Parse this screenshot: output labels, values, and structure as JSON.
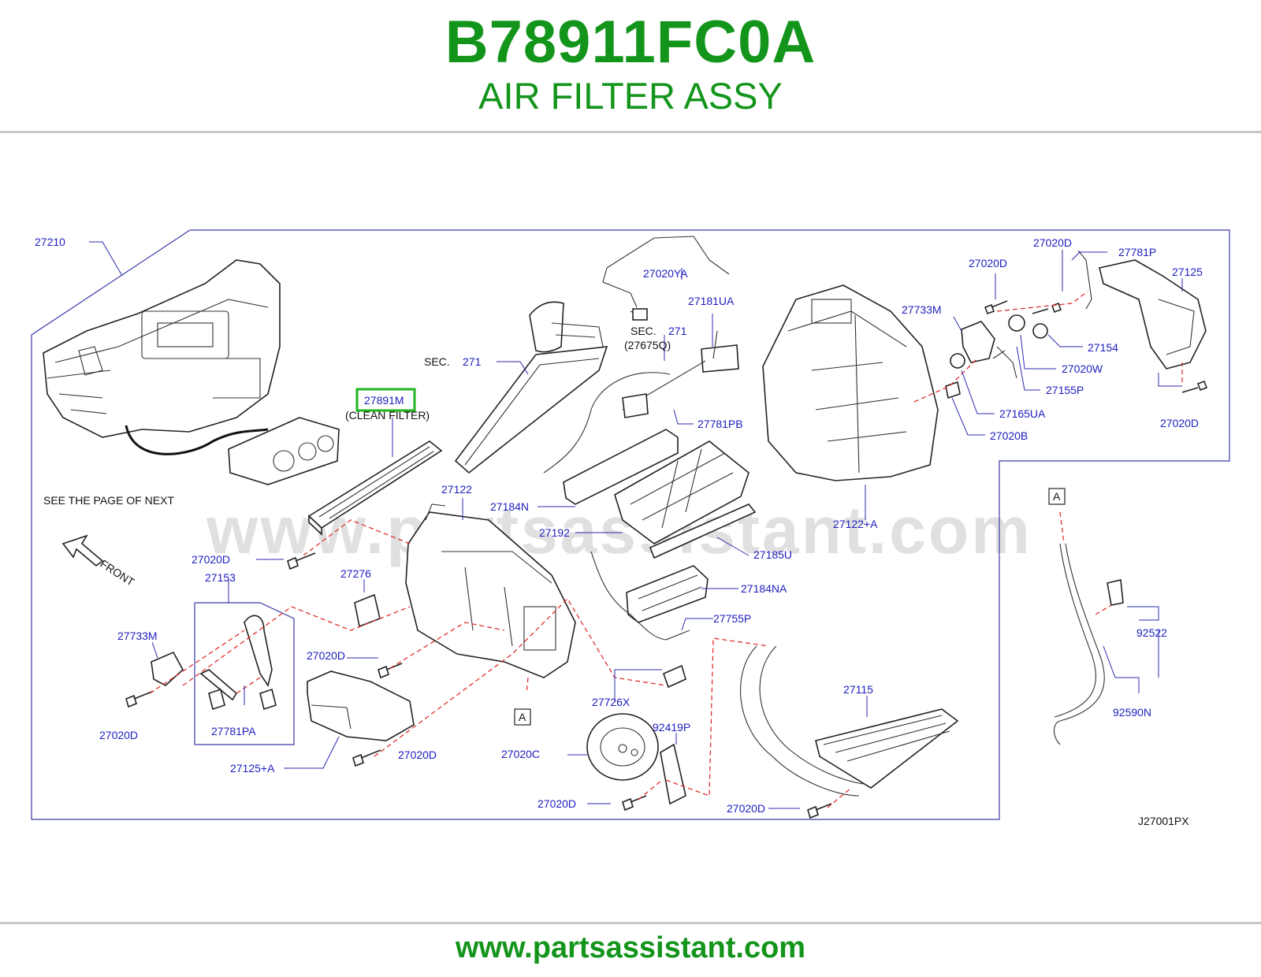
{
  "header": {
    "part_number": "B78911FC0A",
    "part_name": "AIR FILTER ASSY"
  },
  "diagram": {
    "watermark": "www.partsassistant.com",
    "drawing_code": "J27001PX",
    "highlighted_part": "27891M",
    "texts": {
      "clean_filter": "(CLEAN  FILTER)",
      "see_next": "SEE  THE  PAGE  OF  NEXT",
      "front": "FRONT",
      "sec_label": "SEC.",
      "sec_num": "271",
      "sec2_label": "SEC.",
      "sec2_num": "271",
      "sec2_ref": "(27675Q)",
      "ref_a1": "A",
      "ref_a2": "A"
    },
    "callouts": {
      "p27210": "27210",
      "p27891M": "27891M",
      "p27020D_1": "27020D",
      "p27153": "27153",
      "p27733M_1": "27733M",
      "p27020D_2": "27020D",
      "p27781PA": "27781PA",
      "p27125A": "27125+A",
      "p27020D_3": "27020D",
      "p27020D_4": "27020D",
      "p27276": "27276",
      "p27122": "27122",
      "p27184N": "27184N",
      "p27192": "27192",
      "p27185U": "27185U",
      "p27184NA": "27184NA",
      "p27755P": "27755P",
      "p27726X": "27726X",
      "p92419P": "92419P",
      "p27020C": "27020C",
      "p27020D_5": "27020D",
      "p27020D_6": "27020D",
      "p27115": "27115",
      "p27020YA": "27020YA",
      "p27181UA": "27181UA",
      "p27781PB": "27781PB",
      "p27122A": "27122+A",
      "p27020D_7": "27020D",
      "p27020D_8": "27020D",
      "p27781P": "27781P",
      "p27125": "27125",
      "p27733M_2": "27733M",
      "p27154": "27154",
      "p27020W": "27020W",
      "p27155P": "27155P",
      "p27165UA": "27165UA",
      "p27020B": "27020B",
      "p27020D_9": "27020D",
      "p92522": "92522",
      "p92590N": "92590N"
    }
  },
  "footer": {
    "site": "www.partsassistant.com"
  }
}
